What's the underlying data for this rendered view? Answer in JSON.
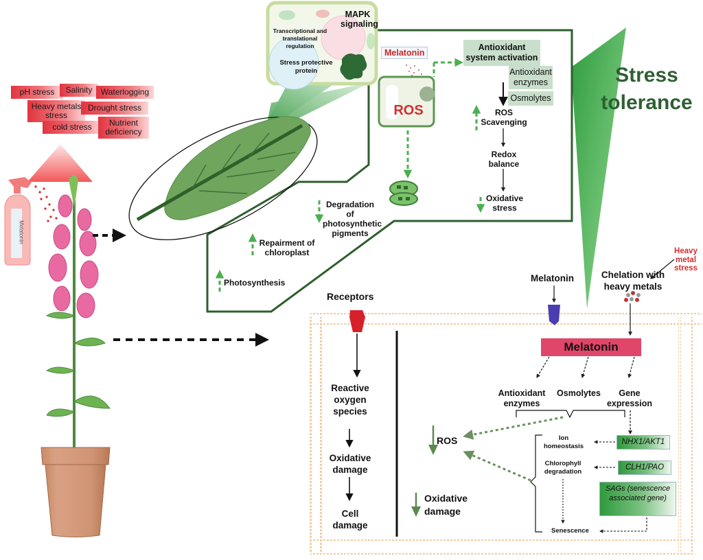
{
  "stressors": {
    "tags": [
      "pH stress",
      "Salinity",
      "Waterlogging",
      "Heavy metals stress",
      "Drought stress",
      "cold stress",
      "Nutrient deficiency"
    ]
  },
  "spray_bottle": {
    "label": "Melatonin"
  },
  "cell_inset": {
    "mapk": "MAPK signaling",
    "transcription": "Transcriptional and translational regulation",
    "protein": "Stress protective protein"
  },
  "chloroplast_panel": {
    "melatonin_tag": "Melatonin",
    "ros_label": "ROS",
    "antioxidant_activation": "Antioxidant system activation",
    "antioxidant_enzymes": "Antioxidant enzymes",
    "osmolytes": "Osmolytes",
    "ros_scavenging": "ROS Scavenging",
    "redox_balance": "Redox balance",
    "oxidative_stress": "Oxidative stress",
    "degradation": "Degradation of photosynthetic pigments",
    "repairment": "Repairment of chloroplast",
    "photosynthesis": "Photosynthesis"
  },
  "stress_tolerance": {
    "title_line1": "Stress",
    "title_line2": "tolerance"
  },
  "membrane_panel": {
    "receptors": "Receptors",
    "melatonin_top": "Melatonin",
    "chelation": "Chelation with heavy metals",
    "heavy_metal_stress": "Heavy metal stress",
    "left_chain": [
      "Reactive oxygen species",
      "Oxidative damage",
      "Cell damage"
    ],
    "melatonin_box": "Melatonin",
    "effects": [
      "Antioxidant enzymes",
      "Osmolytes",
      "Gene expression"
    ],
    "ros_down": "ROS",
    "oxidative_damage_down": "Oxidative damage",
    "processes": [
      "Ion homeostasis",
      "Chlorophyll degradation",
      "Senescence"
    ],
    "genes": [
      "NHX1/AKT1",
      "CLH1/PAO",
      "SAGs (senescence associated gene)"
    ]
  },
  "colors": {
    "panel_green": "#2e5e2e",
    "arrow_green": "#4caf50",
    "dark_green_arrow": "#5a8a4e",
    "title_green": "#2f5f33",
    "melatonin_pink": "#e0456a",
    "receptor_red": "#d6202a",
    "receptor_blue": "#4a3db0",
    "membrane_orange": "#f3c99a",
    "stress_red": "#e53a3f",
    "alert_red": "#d32f2f"
  }
}
